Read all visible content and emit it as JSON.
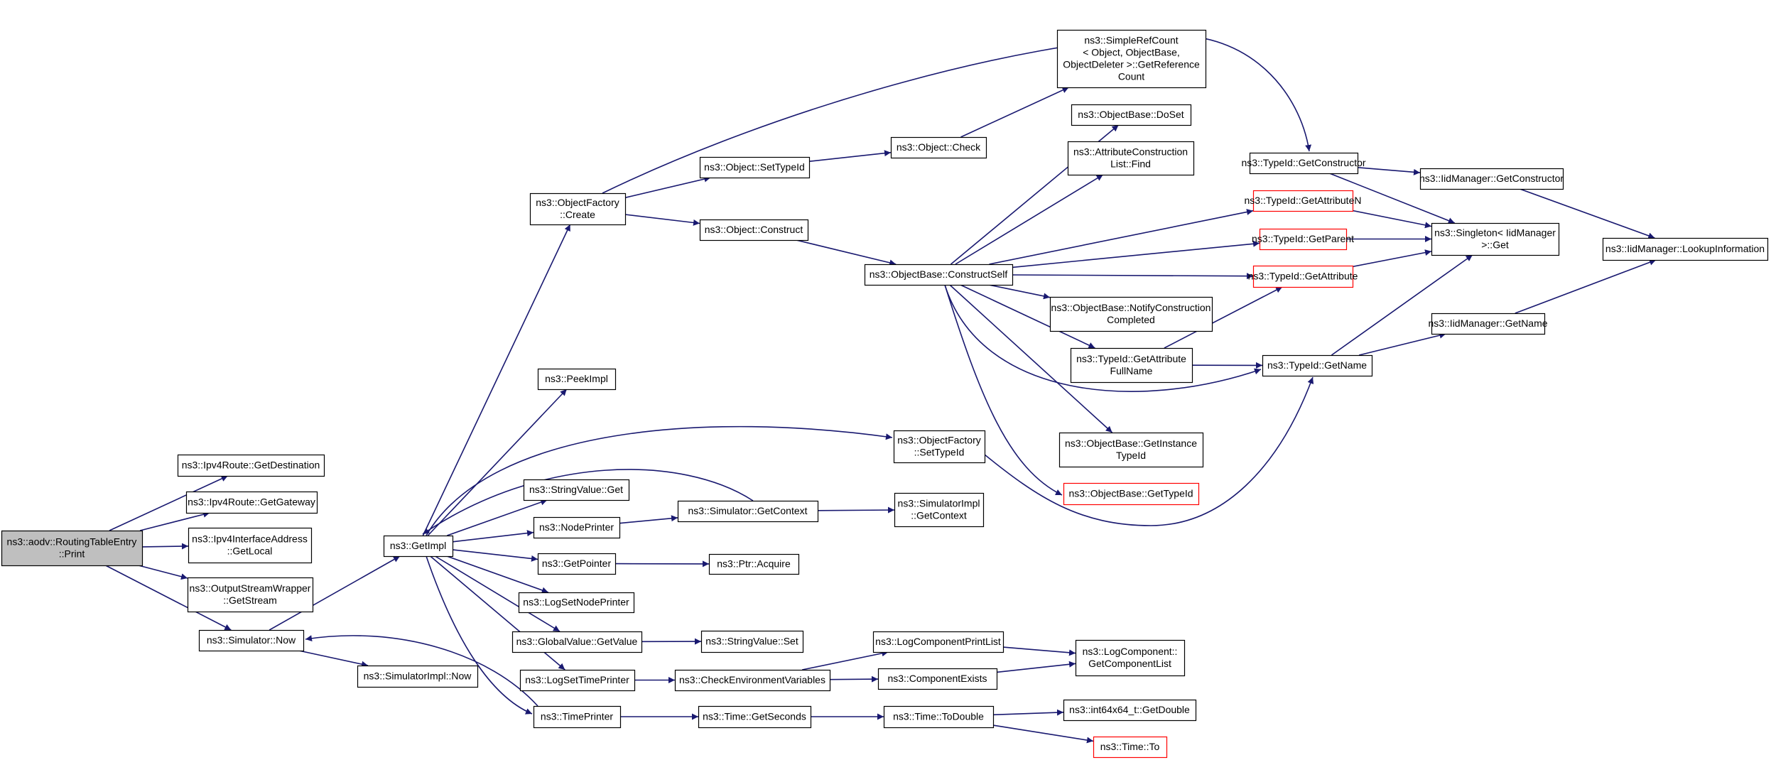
{
  "colors": {
    "edge": "#191970",
    "node_border": "#000000",
    "node_fill": "#ffffff",
    "root_fill": "#bfbfbf",
    "truncated_border": "#ff0000"
  },
  "nodes": [
    {
      "id": "root",
      "lines": [
        "ns3::aodv::RoutingTableEntry",
        "::Print"
      ],
      "style": "root"
    },
    {
      "id": "ipv4route_getdestination",
      "lines": [
        "ns3::Ipv4Route::GetDestination"
      ]
    },
    {
      "id": "ipv4route_getgateway",
      "lines": [
        "ns3::Ipv4Route::GetGateway"
      ]
    },
    {
      "id": "ipv4interfaceaddress_getlocal",
      "lines": [
        "ns3::Ipv4InterfaceAddress",
        "::GetLocal"
      ]
    },
    {
      "id": "outputstreamwrapper_getstream",
      "lines": [
        "ns3::OutputStreamWrapper",
        "::GetStream"
      ]
    },
    {
      "id": "simulator_now",
      "lines": [
        "ns3::Simulator::Now"
      ]
    },
    {
      "id": "getimpl",
      "lines": [
        "ns3::GetImpl"
      ]
    },
    {
      "id": "simulatorimpl_now",
      "lines": [
        "ns3::SimulatorImpl::Now"
      ]
    },
    {
      "id": "timeprinter",
      "lines": [
        "ns3::TimePrinter"
      ]
    },
    {
      "id": "objectfactory_create",
      "lines": [
        "ns3::ObjectFactory",
        "::Create"
      ]
    },
    {
      "id": "peekimpl",
      "lines": [
        "ns3::PeekImpl"
      ]
    },
    {
      "id": "stringvalue_get",
      "lines": [
        "ns3::StringValue::Get"
      ]
    },
    {
      "id": "nodeprinter",
      "lines": [
        "ns3::NodePrinter"
      ]
    },
    {
      "id": "getpointer",
      "lines": [
        "ns3::GetPointer"
      ]
    },
    {
      "id": "logsetnodeprinter",
      "lines": [
        "ns3::LogSetNodePrinter"
      ]
    },
    {
      "id": "globalvalue_getvalue",
      "lines": [
        "ns3::GlobalValue::GetValue"
      ]
    },
    {
      "id": "logsettimeprinter",
      "lines": [
        "ns3::LogSetTimePrinter"
      ]
    },
    {
      "id": "object_settypeid",
      "lines": [
        "ns3::Object::SetTypeId"
      ]
    },
    {
      "id": "object_construct",
      "lines": [
        "ns3::Object::Construct"
      ]
    },
    {
      "id": "simulator_getcontext",
      "lines": [
        "ns3::Simulator::GetContext"
      ]
    },
    {
      "id": "ptr_acquire",
      "lines": [
        "ns3::Ptr::Acquire"
      ]
    },
    {
      "id": "stringvalue_set",
      "lines": [
        "ns3::StringValue::Set"
      ]
    },
    {
      "id": "checkenvironmentvariables",
      "lines": [
        "ns3::CheckEnvironmentVariables"
      ]
    },
    {
      "id": "time_getseconds",
      "lines": [
        "ns3::Time::GetSeconds"
      ]
    },
    {
      "id": "object_check",
      "lines": [
        "ns3::Object::Check"
      ]
    },
    {
      "id": "objectbase_constructself",
      "lines": [
        "ns3::ObjectBase::ConstructSelf"
      ]
    },
    {
      "id": "objectfactory_settypeid",
      "lines": [
        "ns3::ObjectFactory",
        "::SetTypeId"
      ]
    },
    {
      "id": "simulatorimpl_getcontext",
      "lines": [
        "ns3::SimulatorImpl",
        "::GetContext"
      ]
    },
    {
      "id": "logcomponentprintlist",
      "lines": [
        "ns3::LogComponentPrintList"
      ]
    },
    {
      "id": "componentexists",
      "lines": [
        "ns3::ComponentExists"
      ]
    },
    {
      "id": "time_todouble",
      "lines": [
        "ns3::Time::ToDouble"
      ]
    },
    {
      "id": "simplerefcount_getreferencecount",
      "lines": [
        "ns3::SimpleRefCount",
        "< Object, ObjectBase,",
        "ObjectDeleter >::GetReference",
        "Count"
      ]
    },
    {
      "id": "objectbase_doset",
      "lines": [
        "ns3::ObjectBase::DoSet"
      ]
    },
    {
      "id": "attributeconstructionlist_find",
      "lines": [
        "ns3::AttributeConstruction",
        "List::Find"
      ]
    },
    {
      "id": "objectbase_notifyconstructioncompleted",
      "lines": [
        "ns3::ObjectBase::NotifyConstruction",
        "Completed"
      ]
    },
    {
      "id": "typeid_getattributefullname",
      "lines": [
        "ns3::TypeId::GetAttribute",
        "FullName"
      ]
    },
    {
      "id": "objectbase_getinstancetypeid",
      "lines": [
        "ns3::ObjectBase::GetInstance",
        "TypeId"
      ]
    },
    {
      "id": "objectbase_gettypeid",
      "lines": [
        "ns3::ObjectBase::GetTypeId"
      ],
      "style": "truncated"
    },
    {
      "id": "logcomponent_getcomponentlist",
      "lines": [
        "ns3::LogComponent::",
        "GetComponentList"
      ]
    },
    {
      "id": "int64x64_getdouble",
      "lines": [
        "ns3::int64x64_t::GetDouble"
      ]
    },
    {
      "id": "time_to",
      "lines": [
        "ns3::Time::To"
      ],
      "style": "truncated"
    },
    {
      "id": "typeid_getconstructor",
      "lines": [
        "ns3::TypeId::GetConstructor"
      ]
    },
    {
      "id": "typeid_getattributen",
      "lines": [
        "ns3::TypeId::GetAttributeN"
      ],
      "style": "truncated"
    },
    {
      "id": "typeid_getparent",
      "lines": [
        "ns3::TypeId::GetParent"
      ],
      "style": "truncated"
    },
    {
      "id": "typeid_getattribute",
      "lines": [
        "ns3::TypeId::GetAttribute"
      ],
      "style": "truncated"
    },
    {
      "id": "typeid_getname",
      "lines": [
        "ns3::TypeId::GetName"
      ]
    },
    {
      "id": "iidmanager_getconstructor",
      "lines": [
        "ns3::IidManager::GetConstructor"
      ]
    },
    {
      "id": "singleton_iidmanager_get",
      "lines": [
        "ns3::Singleton< IidManager",
        ">::Get"
      ]
    },
    {
      "id": "iidmanager_getname",
      "lines": [
        "ns3::IidManager::GetName"
      ]
    },
    {
      "id": "iidmanager_lookupinformation",
      "lines": [
        "ns3::IidManager::LookupInformation"
      ]
    }
  ],
  "edges": [
    [
      "root",
      "ipv4route_getdestination"
    ],
    [
      "root",
      "ipv4route_getgateway"
    ],
    [
      "root",
      "ipv4interfaceaddress_getlocal"
    ],
    [
      "root",
      "outputstreamwrapper_getstream"
    ],
    [
      "root",
      "simulator_now"
    ],
    [
      "simulator_now",
      "getimpl"
    ],
    [
      "simulator_now",
      "simulatorimpl_now"
    ],
    [
      "getimpl",
      "objectfactory_create"
    ],
    [
      "getimpl",
      "peekimpl"
    ],
    [
      "getimpl",
      "objectfactory_settypeid"
    ],
    [
      "getimpl",
      "stringvalue_get"
    ],
    [
      "getimpl",
      "nodeprinter"
    ],
    [
      "getimpl",
      "getpointer"
    ],
    [
      "getimpl",
      "logsetnodeprinter"
    ],
    [
      "getimpl",
      "globalvalue_getvalue"
    ],
    [
      "getimpl",
      "logsettimeprinter"
    ],
    [
      "getimpl",
      "timeprinter"
    ],
    [
      "simulator_getcontext",
      "getimpl"
    ],
    [
      "timeprinter",
      "simulator_now"
    ],
    [
      "objectfactory_create",
      "object_settypeid"
    ],
    [
      "objectfactory_create",
      "object_construct"
    ],
    [
      "objectfactory_create",
      "typeid_getconstructor"
    ],
    [
      "object_settypeid",
      "object_check"
    ],
    [
      "object_check",
      "simplerefcount_getreferencecount"
    ],
    [
      "object_construct",
      "objectbase_constructself"
    ],
    [
      "objectbase_constructself",
      "objectbase_doset"
    ],
    [
      "objectbase_constructself",
      "attributeconstructionlist_find"
    ],
    [
      "objectbase_constructself",
      "typeid_getattributen"
    ],
    [
      "objectbase_constructself",
      "typeid_getparent"
    ],
    [
      "objectbase_constructself",
      "typeid_getattribute"
    ],
    [
      "objectbase_constructself",
      "objectbase_notifyconstructioncompleted"
    ],
    [
      "objectbase_constructself",
      "typeid_getattributefullname"
    ],
    [
      "objectbase_constructself",
      "typeid_getname"
    ],
    [
      "objectbase_constructself",
      "objectbase_getinstancetypeid"
    ],
    [
      "objectbase_constructself",
      "objectbase_gettypeid"
    ],
    [
      "objectfactory_settypeid",
      "typeid_getname"
    ],
    [
      "nodeprinter",
      "simulator_getcontext"
    ],
    [
      "simulator_getcontext",
      "simulatorimpl_getcontext"
    ],
    [
      "getpointer",
      "ptr_acquire"
    ],
    [
      "globalvalue_getvalue",
      "stringvalue_set"
    ],
    [
      "logsettimeprinter",
      "checkenvironmentvariables"
    ],
    [
      "checkenvironmentvariables",
      "logcomponentprintlist"
    ],
    [
      "checkenvironmentvariables",
      "componentexists"
    ],
    [
      "logcomponentprintlist",
      "logcomponent_getcomponentlist"
    ],
    [
      "componentexists",
      "logcomponent_getcomponentlist"
    ],
    [
      "timeprinter",
      "time_getseconds"
    ],
    [
      "time_getseconds",
      "time_todouble"
    ],
    [
      "time_todouble",
      "int64x64_getdouble"
    ],
    [
      "time_todouble",
      "time_to"
    ],
    [
      "typeid_getattributefullname",
      "typeid_getattribute"
    ],
    [
      "typeid_getattributefullname",
      "typeid_getname"
    ],
    [
      "typeid_getconstructor",
      "iidmanager_getconstructor"
    ],
    [
      "typeid_getconstructor",
      "singleton_iidmanager_get"
    ],
    [
      "typeid_getattributen",
      "singleton_iidmanager_get"
    ],
    [
      "typeid_getparent",
      "singleton_iidmanager_get"
    ],
    [
      "typeid_getattribute",
      "singleton_iidmanager_get"
    ],
    [
      "typeid_getname",
      "singleton_iidmanager_get"
    ],
    [
      "typeid_getname",
      "iidmanager_getname"
    ],
    [
      "iidmanager_getconstructor",
      "iidmanager_lookupinformation"
    ],
    [
      "iidmanager_getname",
      "iidmanager_lookupinformation"
    ]
  ]
}
